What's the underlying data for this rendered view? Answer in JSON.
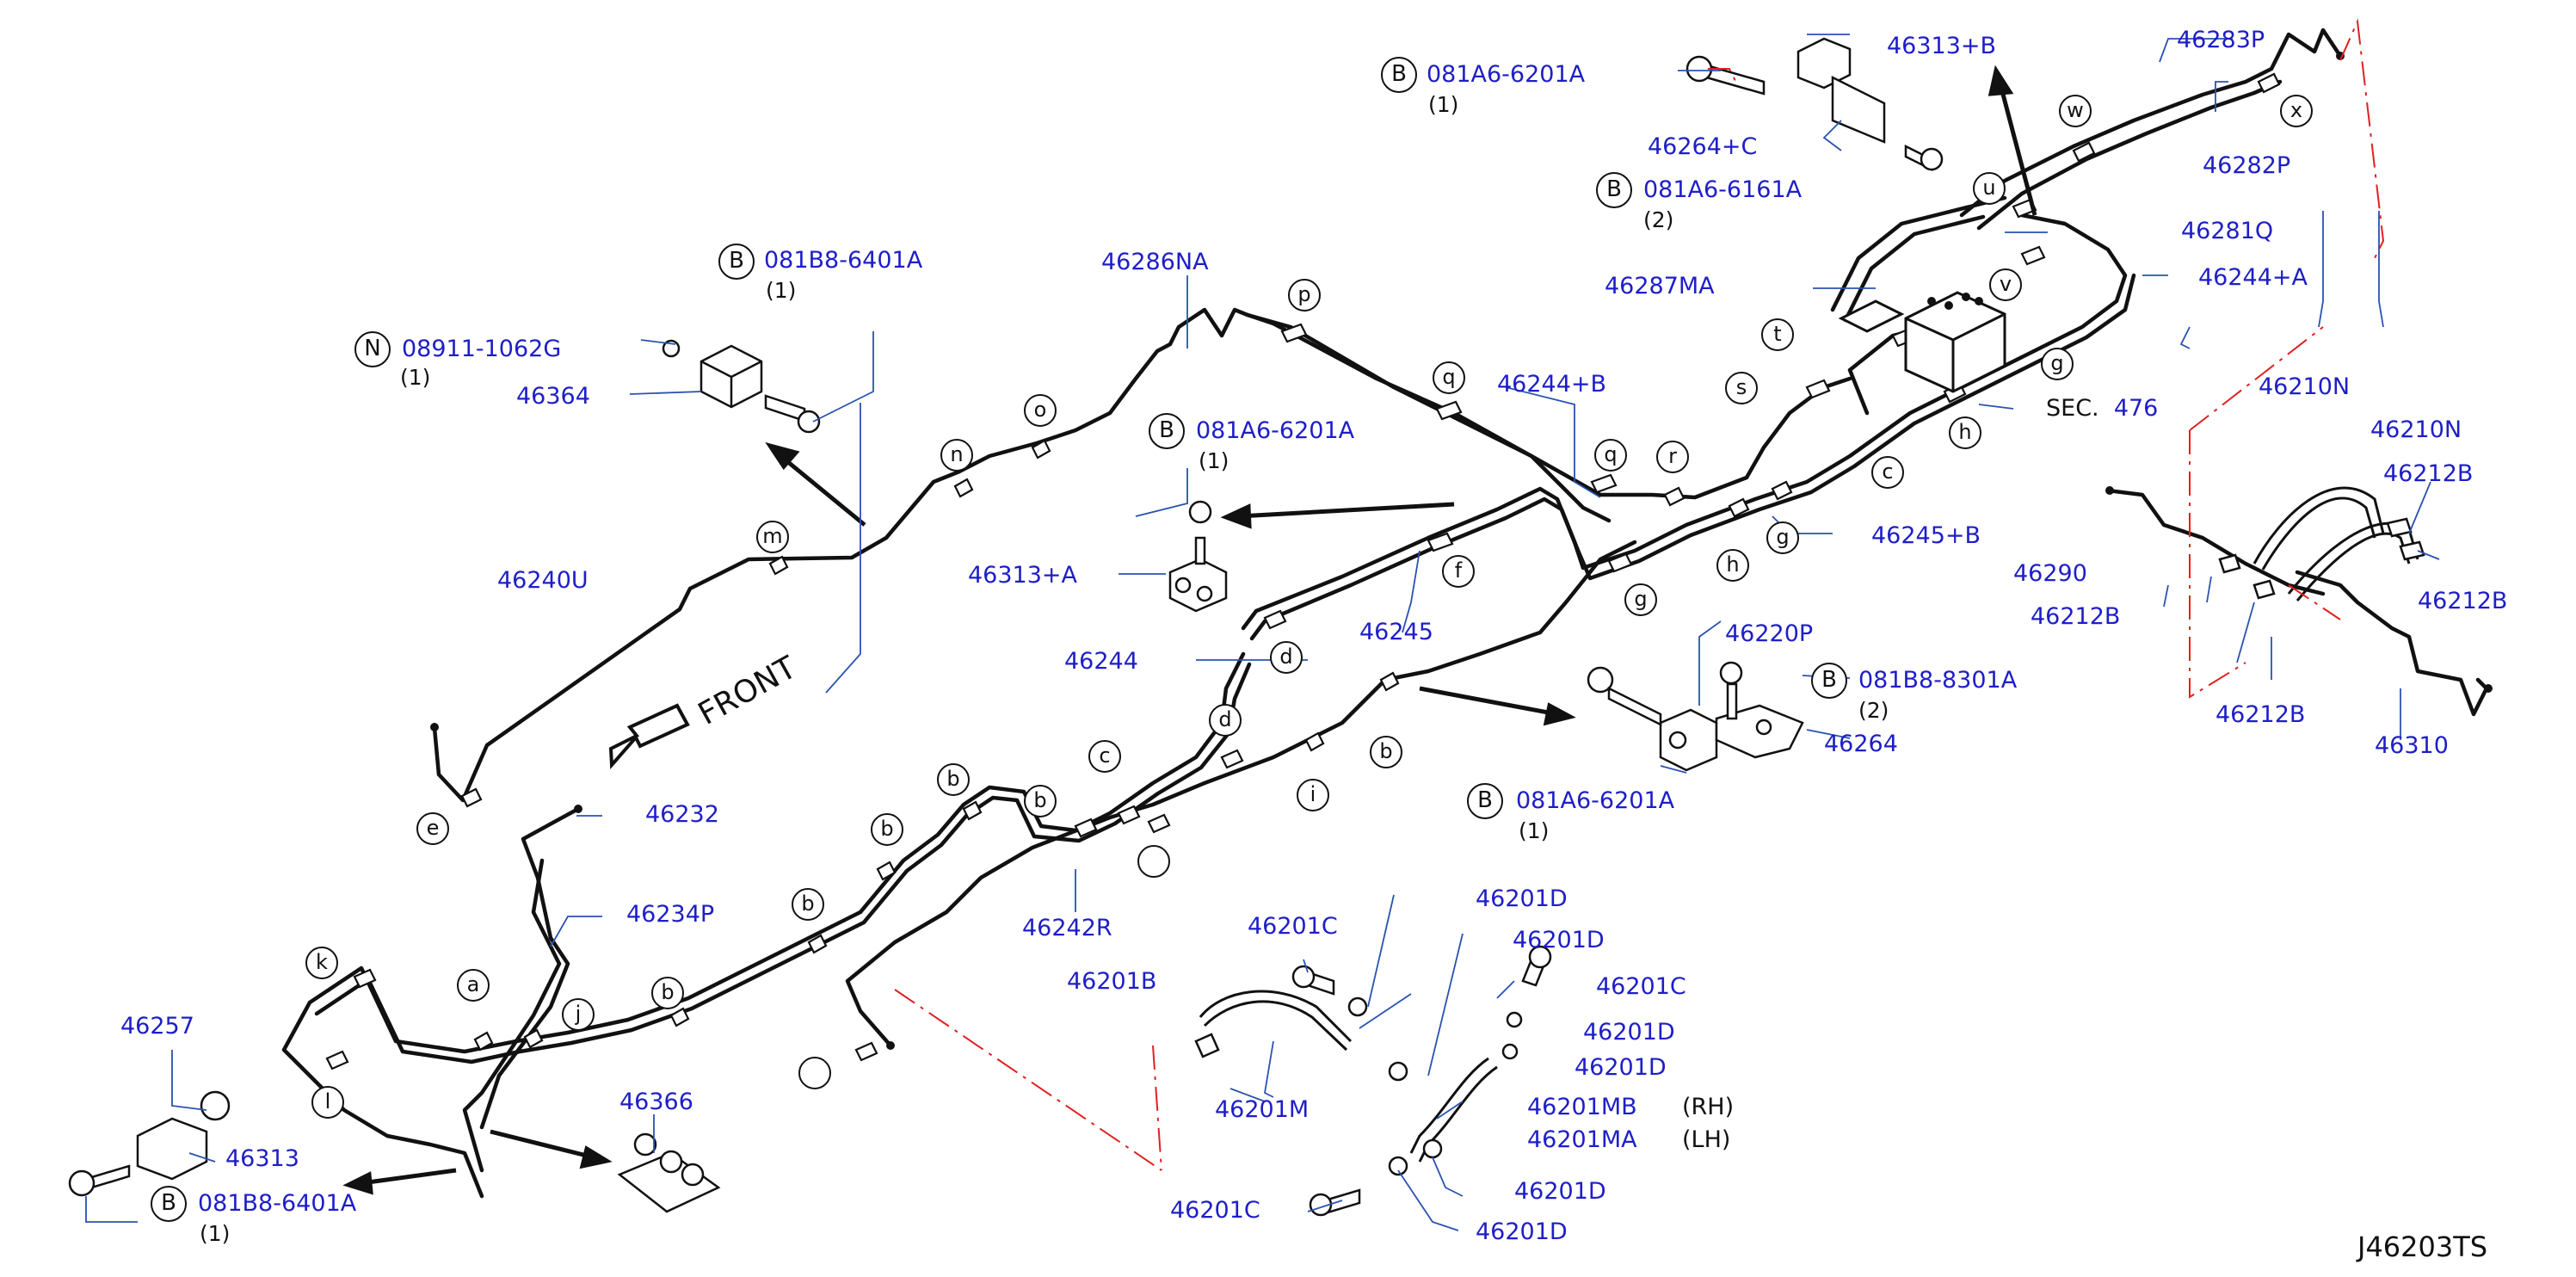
{
  "diagram_code": "J46203TS",
  "front_label": "FRONT",
  "section_ref": {
    "prefix": "SEC.",
    "number": "476"
  },
  "colors": {
    "part_number": "#1e1ec8",
    "line": "#111111",
    "callout": "#2a52b0",
    "section_line": "#e02020"
  },
  "part_numbers": {
    "p46283P": "46283P",
    "p46313B": "46313+B",
    "p46282P": "46282P",
    "p46264C": "46264+C",
    "p46281Q": "46281Q",
    "p46244A": "46244+A",
    "p46287MA": "46287MA",
    "p46286NA": "46286NA",
    "p46364": "46364",
    "p46240U": "46240U",
    "p46244B": "46244+B",
    "p46313A": "46313+A",
    "p46245": "46245",
    "p46244": "46244",
    "p46245B": "46245+B",
    "p46210N_1": "46210N",
    "p46210N_2": "46210N",
    "p46212B_1": "46212B",
    "p46212B_2": "46212B",
    "p46212B_3": "46212B",
    "p46212B_4": "46212B",
    "p46290": "46290",
    "p46310": "46310",
    "p46220P": "46220P",
    "p46264": "46264",
    "p46232": "46232",
    "p46234P": "46234P",
    "p46242R": "46242R",
    "p46257": "46257",
    "p46313": "46313",
    "p46366": "46366",
    "p46201C_1": "46201C",
    "p46201D_1": "46201D",
    "p46201D_2": "46201D",
    "p46201B": "46201B",
    "p46201C_2": "46201C",
    "p46201D_3": "46201D",
    "p46201D_4": "46201D",
    "p46201M": "46201M",
    "p46201MB": "46201MB",
    "p46201MA": "46201MA",
    "p46201D_5": "46201D",
    "p46201C_3": "46201C",
    "p46201D_6": "46201D",
    "rh": "(RH)",
    "lh": "(LH)"
  },
  "callout_groups": [
    {
      "mark": "B",
      "number": "081A6-6201A",
      "qty": "(1)"
    },
    {
      "mark": "B",
      "number": "081A6-6161A",
      "qty": "(2)"
    },
    {
      "mark": "B",
      "number": "081B8-6401A",
      "qty": "(1)"
    },
    {
      "mark": "N",
      "number": "08911-1062G",
      "qty": "(1)"
    },
    {
      "mark": "B",
      "number": "081A6-6201A",
      "qty": "(1)"
    },
    {
      "mark": "B",
      "number": "081B8-8301A",
      "qty": "(2)"
    },
    {
      "mark": "B",
      "number": "081A6-6201A",
      "qty": "(1)"
    },
    {
      "mark": "B",
      "number": "081B8-6401A",
      "qty": "(1)"
    }
  ],
  "clip_letters": [
    "w",
    "x",
    "u",
    "v",
    "t",
    "g",
    "s",
    "h",
    "q",
    "r",
    "q",
    "p",
    "o",
    "n",
    "m",
    "e",
    "f",
    "g",
    "h",
    "g",
    "c",
    "d",
    "d",
    "c",
    "b",
    "b",
    "b",
    "b",
    "b",
    "a",
    "k",
    "l",
    "j",
    "i",
    "b"
  ]
}
